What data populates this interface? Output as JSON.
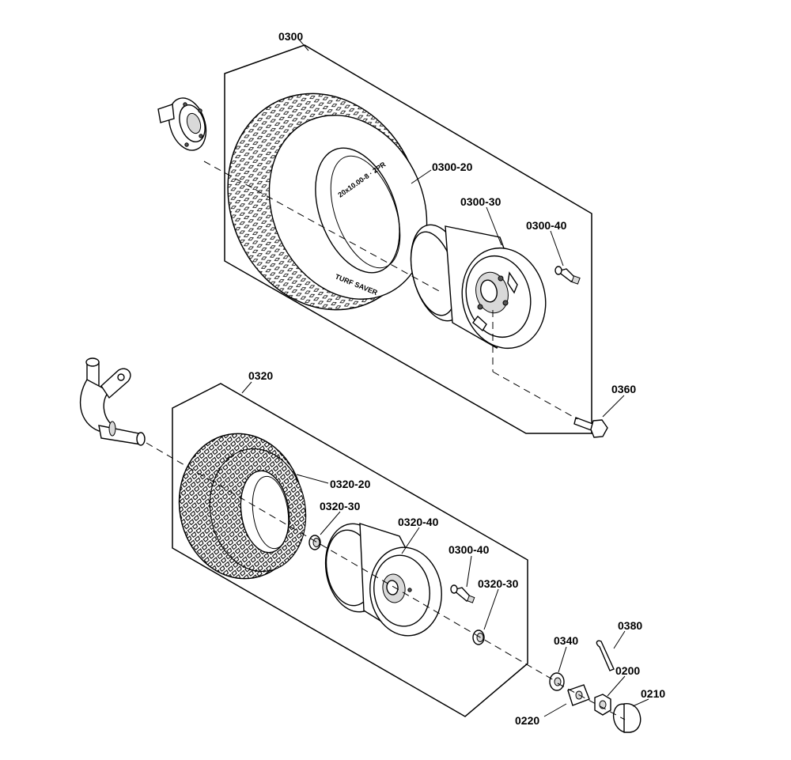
{
  "callouts": {
    "c0300": "0300",
    "c0300_20": "0300-20",
    "c0300_30": "0300-30",
    "c0300_40_top": "0300-40",
    "c0360": "0360",
    "c0320": "0320",
    "c0320_20": "0320-20",
    "c0320_30_left": "0320-30",
    "c0320_40": "0320-40",
    "c0300_40_bottom": "0300-40",
    "c0320_30_right": "0320-30",
    "c0340": "0340",
    "c0380": "0380",
    "c0200": "0200",
    "c0210": "0210",
    "c0220": "0220"
  },
  "tire_markings": {
    "size": "20x10.00-8 · 2PR",
    "brand": "TURF SAVER"
  },
  "colors": {
    "line": "#000000",
    "background": "#ffffff",
    "shade": "#d9d9d9"
  }
}
